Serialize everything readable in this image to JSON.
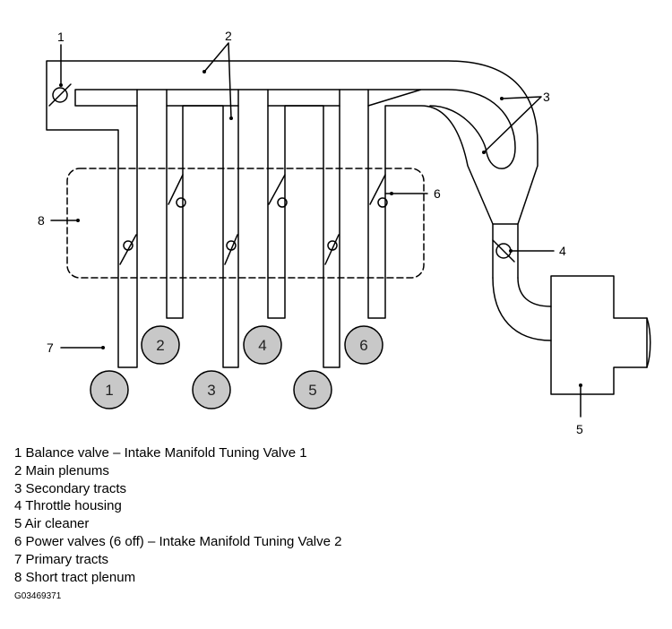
{
  "callouts": [
    "1",
    "2",
    "3",
    "4",
    "5",
    "6",
    "7",
    "8"
  ],
  "cylinders": [
    "1",
    "2",
    "3",
    "4",
    "5",
    "6"
  ],
  "legend": [
    "1 Balance valve – Intake Manifold Tuning Valve 1",
    "2 Main plenums",
    "3 Secondary tracts",
    "4 Throttle housing",
    "5 Air cleaner",
    "6 Power valves (6 off) – Intake Manifold Tuning Valve 2",
    "7 Primary tracts",
    "8 Short tract plenum"
  ],
  "figure_id": "G03469371",
  "colors": {
    "line": "#000000",
    "cylinder_fill": "#c8c8c8"
  }
}
